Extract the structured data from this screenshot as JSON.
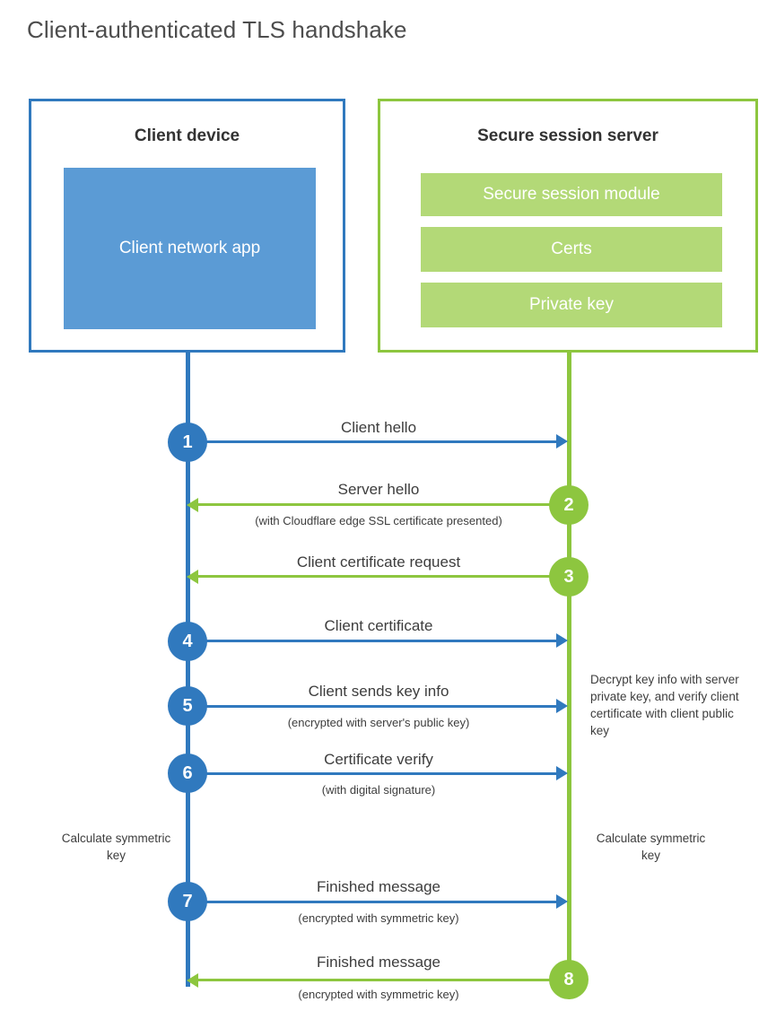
{
  "title": "Client-authenticated TLS handshake",
  "colors": {
    "blue": "#3079be",
    "blue_fill": "#5b9bd5",
    "green": "#8dc63f",
    "green_fill": "#b3d977",
    "text": "#3d3d3d",
    "title_text": "#4d4d4d"
  },
  "parties": {
    "client": {
      "title": "Client device",
      "block": "Client network app"
    },
    "server": {
      "title": "Secure session server",
      "blocks": [
        "Secure session module",
        "Certs",
        "Private key"
      ]
    }
  },
  "steps": [
    {
      "number": "1",
      "side": "client",
      "direction": "right",
      "color": "blue",
      "label": "Client hello",
      "sub": ""
    },
    {
      "number": "2",
      "side": "server",
      "direction": "left",
      "color": "green",
      "label": "Server hello",
      "sub": "(with Cloudflare edge SSL certificate presented)"
    },
    {
      "number": "3",
      "side": "server",
      "direction": "left",
      "color": "green",
      "label": "Client certificate request",
      "sub": ""
    },
    {
      "number": "4",
      "side": "client",
      "direction": "right",
      "color": "blue",
      "label": "Client certificate",
      "sub": ""
    },
    {
      "number": "5",
      "side": "client",
      "direction": "right",
      "color": "blue",
      "label": "Client sends key info",
      "sub": "(encrypted with server's public key)"
    },
    {
      "number": "6",
      "side": "client",
      "direction": "right",
      "color": "blue",
      "label": "Certificate verify",
      "sub": "(with digital signature)"
    },
    {
      "number": "7",
      "side": "client",
      "direction": "right",
      "color": "blue",
      "label": "Finished message",
      "sub": "(encrypted with symmetric key)"
    },
    {
      "number": "8",
      "side": "server",
      "direction": "left",
      "color": "green",
      "label": "Finished message",
      "sub": "(encrypted with symmetric key)"
    }
  ],
  "notes": {
    "server_decrypt": "Decrypt key info with server private key, and verify client certificate with client public key",
    "client_calculate": "Calculate symmetric key",
    "server_calculate": "Calculate symmetric key"
  }
}
